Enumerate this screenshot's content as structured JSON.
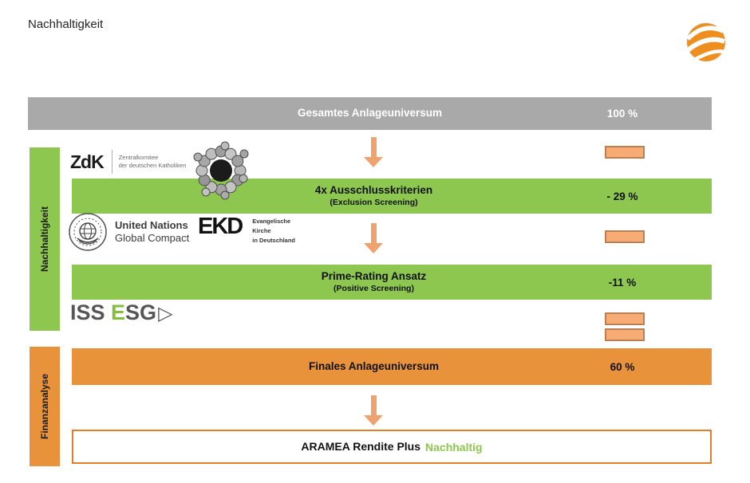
{
  "slide": {
    "title": "Nachhaltigkeit"
  },
  "brand": {
    "logo_name": "aramea-sphere-logo",
    "logo_color": "#ED8E1F"
  },
  "colors": {
    "green": "#8DC74F",
    "orange": "#E8923B",
    "gray": "#A9A9A9",
    "arrow_orange": "#F0A26E",
    "mini_bar_fill": "#F6AC74",
    "mini_bar_border": "#BB7F52",
    "product_border": "#E07E2E",
    "highlight_green": "#8DC74F"
  },
  "funnel": {
    "universe_bar": {
      "label": "Gesamtes Anlageuniversum",
      "value": "100 %"
    },
    "sustainability_sidebar": "Nachhaltigkeit",
    "finance_sidebar": "Finanzanalyse",
    "steps": [
      {
        "label": "4x Ausschlusskriterien",
        "sublabel": "(Exclusion Screening)",
        "value": "- 29 %"
      },
      {
        "label": "Prime-Rating Ansatz",
        "sublabel": "(Positive Screening)",
        "value": "-11 %"
      }
    ],
    "final_universe_bar": {
      "label": "Finales Anlageuniversum",
      "value": "60 %"
    },
    "product_bar": {
      "label": "ARAMEA Rendite Plus",
      "highlight": "Nachhaltig"
    }
  },
  "partner_logos": {
    "zdk": {
      "abbr": "ZdK",
      "name_line1": "Zentralkomitee",
      "name_line2": "der deutschen Katholiken"
    },
    "un_global_compact": {
      "line1": "United Nations",
      "line2": "Global Compact"
    },
    "ekd": {
      "abbr": "EKD",
      "line1": "Evangelische",
      "line2": "Kirche",
      "line3": "in Deutschland"
    },
    "iss_esg": {
      "part1": "ISS ",
      "part2": "E",
      "part3": "SG",
      "arrow_glyph": "▷"
    }
  }
}
